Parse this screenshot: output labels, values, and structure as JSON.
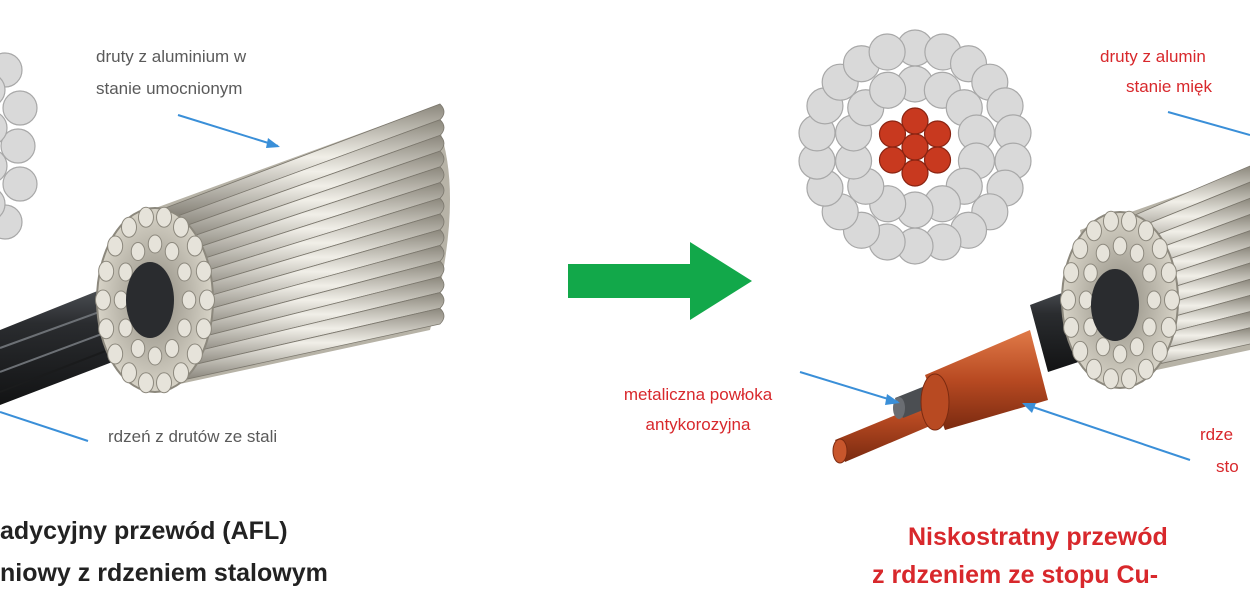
{
  "left": {
    "label_wires": [
      "druty z aluminium w",
      "stanie umocnionym"
    ],
    "label_core": "rdzeń z drutów ze stali",
    "caption": [
      "adycyjny przewód (AFL)",
      "niowy z rdzeniem stalowym"
    ]
  },
  "right": {
    "label_wires": [
      "druty z alumin",
      "stanie mięk"
    ],
    "label_coating": [
      "metaliczna powłoka",
      "antykorozyjna"
    ],
    "label_core": [
      "rdze",
      "sto"
    ],
    "caption": [
      "Niskostratny przewód",
      "z rdzeniem ze stopu Cu-"
    ]
  },
  "colors": {
    "arrow": "#12a84a",
    "leader": "#3a8fd8",
    "aluminium": "#c9c5b8",
    "steel": "#3a3d40",
    "copper": "#c8562c",
    "core_red": "#c8391f",
    "label_red": "#d8282c",
    "label_grey": "#5a5a5a"
  }
}
